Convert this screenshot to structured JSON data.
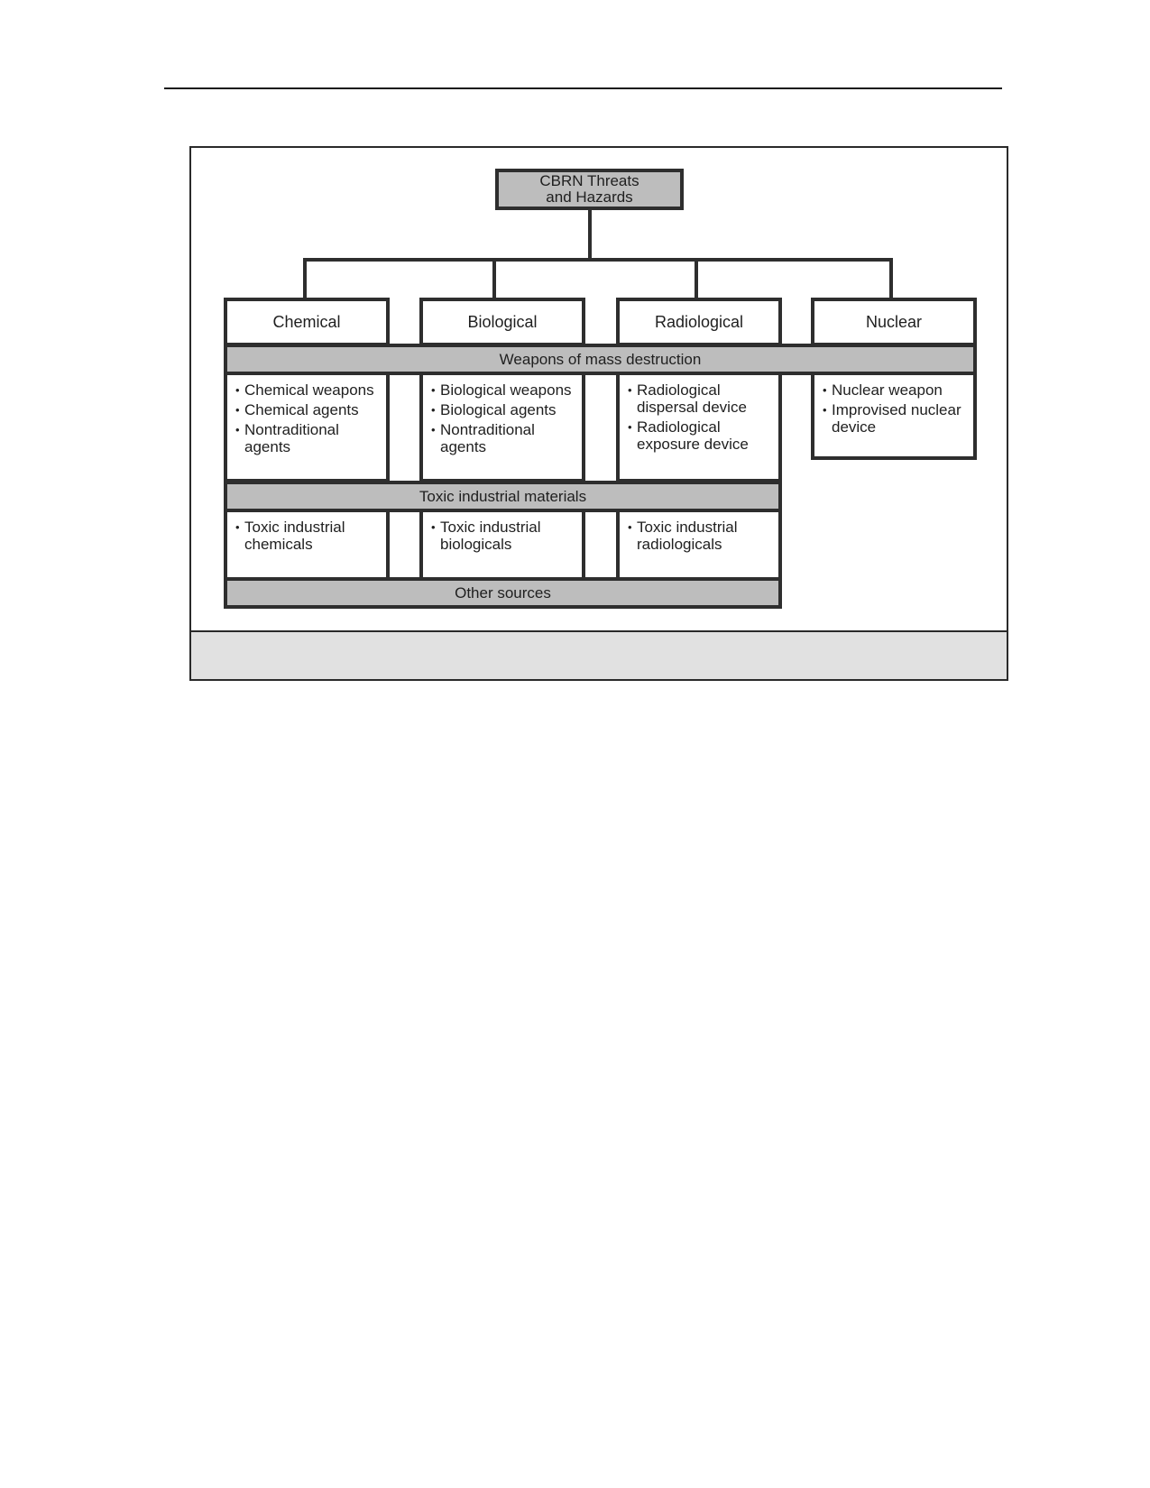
{
  "root": {
    "line1": "CBRN Threats",
    "line2": "and Hazards"
  },
  "categories": [
    "Chemical",
    "Biological",
    "Radiological",
    "Nuclear"
  ],
  "bands": {
    "wmd": "Weapons of mass destruction",
    "tim": "Toxic industrial materials",
    "other": "Other sources"
  },
  "wmd_items": [
    [
      "Chemical weapons",
      "Chemical agents",
      "Nontraditional agents"
    ],
    [
      "Biological weapons",
      "Biological agents",
      "Nontraditional agents"
    ],
    [
      "Radiological dispersal device",
      "Radiological exposure device"
    ],
    [
      "Nuclear weapon",
      "Improvised nuclear device"
    ]
  ],
  "tim_items": [
    [
      "Toxic industrial chemicals"
    ],
    [
      "Toxic industrial biologicals"
    ],
    [
      "Toxic industrial radiologicals"
    ]
  ],
  "colors": {
    "box_fill": "#bdbdbd",
    "stroke": "#2e2e2e",
    "caption_band": "#e1e1e1"
  }
}
